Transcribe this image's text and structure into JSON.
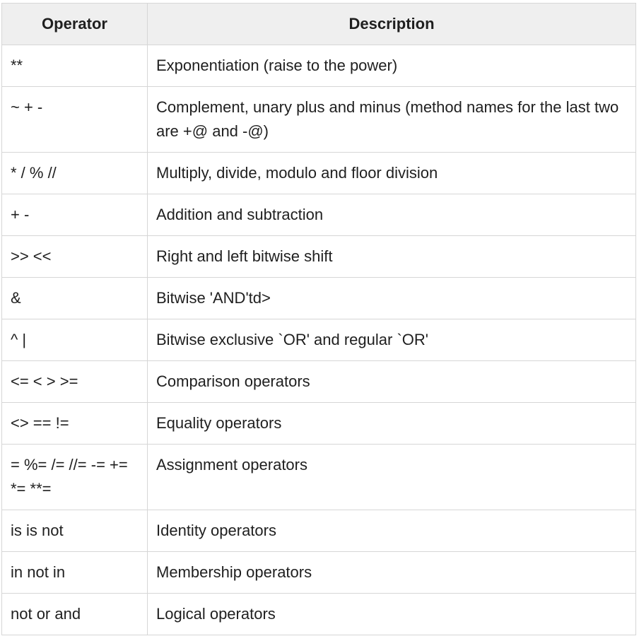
{
  "table": {
    "headers": [
      "Operator",
      "Description"
    ],
    "rows": [
      {
        "operator": "**",
        "description": "Exponentiation (raise to the power)"
      },
      {
        "operator": "~ + -",
        "description": "Complement, unary plus and minus (method names for the last two are +@ and -@)"
      },
      {
        "operator": "* / % //",
        "description": "Multiply, divide, modulo and floor division"
      },
      {
        "operator": "+ -",
        "description": "Addition and subtraction"
      },
      {
        "operator": ">> <<",
        "description": "Right and left bitwise shift"
      },
      {
        "operator": "&",
        "description": "Bitwise 'AND'td>"
      },
      {
        "operator": "^ |",
        "description": "Bitwise exclusive `OR' and regular `OR'"
      },
      {
        "operator": "<= < > >=",
        "description": "Comparison operators"
      },
      {
        "operator": "<> == !=",
        "description": "Equality operators"
      },
      {
        "operator": "= %= /= //= -= += *= **=",
        "description": "Assignment operators"
      },
      {
        "operator": "is is not",
        "description": "Identity operators"
      },
      {
        "operator": "in not in",
        "description": "Membership operators"
      },
      {
        "operator": "not or and",
        "description": "Logical operators"
      }
    ]
  }
}
